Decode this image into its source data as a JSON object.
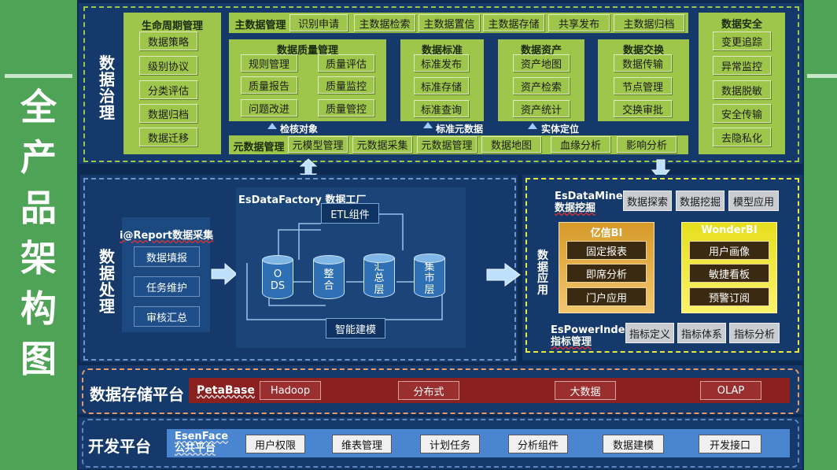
{
  "side_title": [
    "全",
    "产",
    "品",
    "架",
    "构",
    "图"
  ],
  "governance": {
    "label": [
      "数",
      "据",
      "治",
      "理"
    ],
    "lifecycle": {
      "title": "生命周期管理",
      "items": [
        "数据策略",
        "级别协议",
        "分类评估",
        "数据归档",
        "数据迁移"
      ]
    },
    "master": {
      "title": "主数据管理",
      "items": [
        "识别申请",
        "主数据检索",
        "主数据置信",
        "主数据存储",
        "共享发布",
        "主数据归档"
      ]
    },
    "quality": {
      "title": "数据质量管理",
      "items": [
        "规则管理",
        "质量评估",
        "质量报告",
        "质量监控",
        "问题改进",
        "质量管控"
      ]
    },
    "standard": {
      "title": "数据标准",
      "items": [
        "标准发布",
        "标准存储",
        "标准查询"
      ]
    },
    "asset": {
      "title": "数据资产",
      "items": [
        "资产地图",
        "资产检索",
        "资产统计"
      ]
    },
    "exchange": {
      "title": "数据交换",
      "items": [
        "数据传输",
        "节点管理",
        "交换审批"
      ]
    },
    "security": {
      "title": "数据安全",
      "items": [
        "变更追踪",
        "异常监控",
        "数据脱敏",
        "安全传输",
        "去隐私化"
      ]
    },
    "arrows": [
      "检核对象",
      "标准元数据",
      "实体定位"
    ],
    "meta": {
      "title": "元数据管理",
      "items": [
        "元模型管理",
        "元数据采集",
        "元数据管理",
        "数据地图",
        "血缘分析",
        "影响分析"
      ]
    }
  },
  "processing": {
    "label": [
      "数",
      "据",
      "处",
      "理"
    ],
    "ireport": {
      "title": "i@Report数据采集",
      "items": [
        "数据填报",
        "任务维护",
        "审核汇总"
      ]
    },
    "factory": {
      "title": "EsDataFactory 数据工厂",
      "etl": "ETL组件",
      "model": "智能建模",
      "stores": [
        [
          "O",
          "DS"
        ],
        [
          "整",
          "合"
        ],
        [
          "汇",
          "总",
          "层"
        ],
        [
          "集",
          "市",
          "层"
        ]
      ]
    }
  },
  "application": {
    "label": [
      "数",
      "据",
      "应",
      "用"
    ],
    "miner": {
      "title1": "EsDataMiner",
      "title2": "数据挖掘",
      "items": [
        "数据探索",
        "数据挖掘",
        "模型应用"
      ]
    },
    "yixin": {
      "title": "亿信BI",
      "items": [
        "固定报表",
        "即席分析",
        "门户应用"
      ]
    },
    "wonder": {
      "title": "WonderBI",
      "items": [
        "用户画像",
        "敏捷看板",
        "预警订阅"
      ]
    },
    "power": {
      "title1": "EsPowerIndex",
      "title2": "指标管理",
      "items": [
        "指标定义",
        "指标体系",
        "指标分析"
      ]
    }
  },
  "storage": {
    "label": "数据存储平台",
    "product": "PetaBase",
    "items": [
      "Hadoop",
      "分布式",
      "大数据",
      "OLAP"
    ]
  },
  "dev": {
    "label": "开发平台",
    "product1": "EsenFace",
    "product2": "公共平台",
    "items": [
      "用户权限",
      "维表管理",
      "计划任务",
      "分析组件",
      "数据建模",
      "开发接口"
    ]
  },
  "colors": {
    "green": "#4fa356",
    "navy": "#0d2a52",
    "lightgreen": "#9ec64a",
    "storage_red": "#9a2f2f",
    "dev_blue": "#4a86d0"
  }
}
